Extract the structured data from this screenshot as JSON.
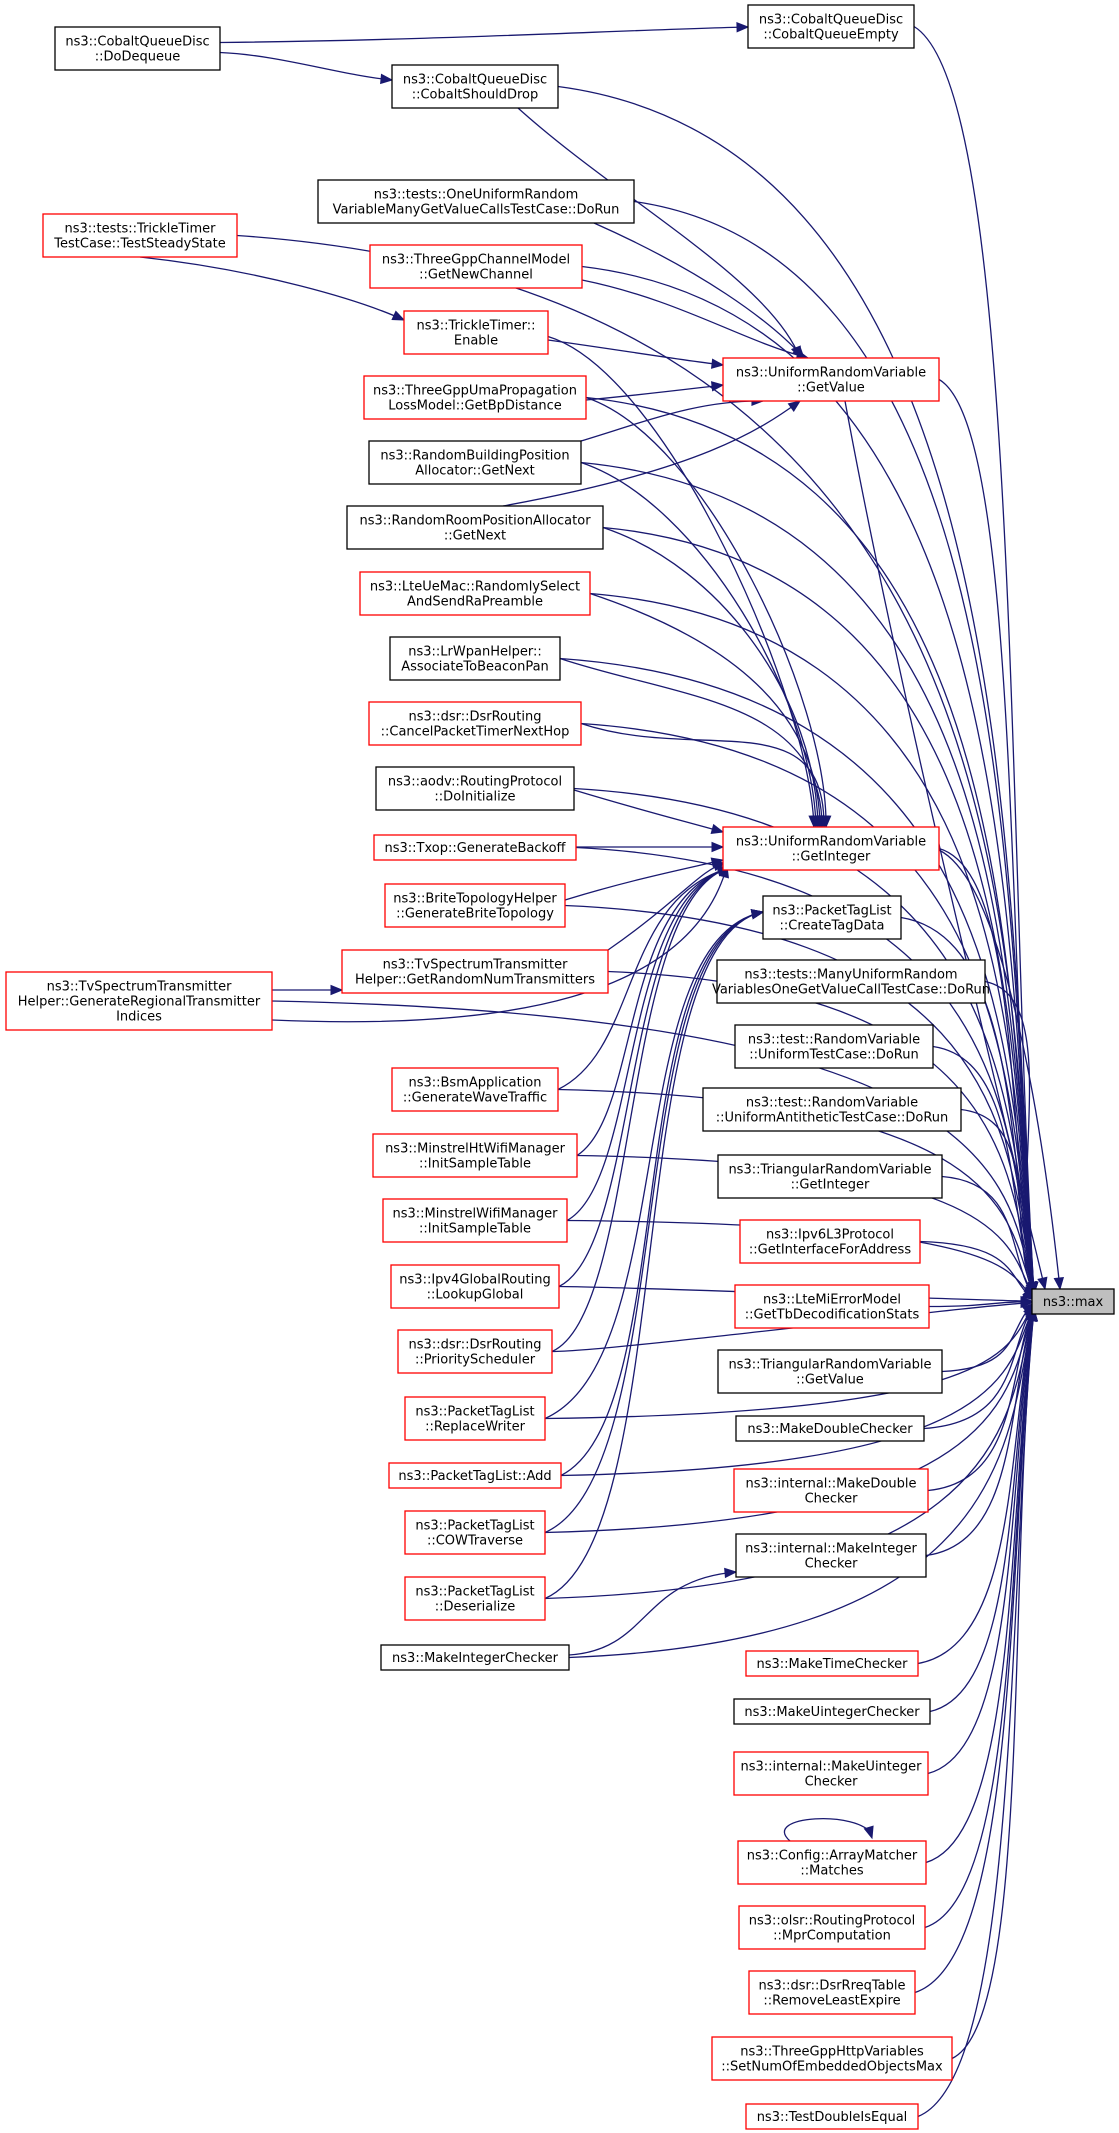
{
  "target": {
    "label": "ns3::max"
  },
  "colors": {
    "edge": "#191970",
    "documented_border": "#000000",
    "undocumented_border": "#ff0000",
    "focus_fill": "#bfbfbf"
  },
  "nodes": [
    {
      "id": "dodequeue",
      "lines": [
        "ns3::CobaltQueueDisc",
        "::DoDequeue"
      ],
      "border": "black"
    },
    {
      "id": "cobaltqueueempty",
      "lines": [
        "ns3::CobaltQueueDisc",
        "::CobaltQueueEmpty"
      ],
      "border": "black"
    },
    {
      "id": "cobaltshoulddrop",
      "lines": [
        "ns3::CobaltQueueDisc",
        "::CobaltShouldDrop"
      ],
      "border": "black"
    },
    {
      "id": "trickletest",
      "lines": [
        "ns3::tests::TrickleTimer",
        "TestCase::TestSteadyState"
      ],
      "border": "red"
    },
    {
      "id": "oneuniform",
      "lines": [
        "ns3::tests::OneUniformRandom",
        "VariableManyGetValueCallsTestCase::DoRun"
      ],
      "border": "black"
    },
    {
      "id": "getnewchannel",
      "lines": [
        "ns3::ThreeGppChannelModel",
        "::GetNewChannel"
      ],
      "border": "red"
    },
    {
      "id": "trickleenable",
      "lines": [
        "ns3::TrickleTimer::",
        "Enable"
      ],
      "border": "red"
    },
    {
      "id": "urv_getvalue",
      "lines": [
        "ns3::UniformRandomVariable",
        "::GetValue"
      ],
      "border": "red"
    },
    {
      "id": "getbpdistance",
      "lines": [
        "ns3::ThreeGppUmaPropagation",
        "LossModel::GetBpDistance"
      ],
      "border": "red"
    },
    {
      "id": "randombuilding",
      "lines": [
        "ns3::RandomBuildingPosition",
        "Allocator::GetNext"
      ],
      "border": "black"
    },
    {
      "id": "randomroom",
      "lines": [
        "ns3::RandomRoomPositionAllocator",
        "::GetNext"
      ],
      "border": "black"
    },
    {
      "id": "lteuemac",
      "lines": [
        "ns3::LteUeMac::RandomlySelect",
        "AndSendRaPreamble"
      ],
      "border": "red"
    },
    {
      "id": "lrwpan",
      "lines": [
        "ns3::LrWpanHelper::",
        "AssociateToBeaconPan"
      ],
      "border": "black"
    },
    {
      "id": "dsrcancel",
      "lines": [
        "ns3::dsr::DsrRouting",
        "::CancelPacketTimerNextHop"
      ],
      "border": "red"
    },
    {
      "id": "aodvinit",
      "lines": [
        "ns3::aodv::RoutingProtocol",
        "::DoInitialize"
      ],
      "border": "black"
    },
    {
      "id": "txopbackoff",
      "lines": [
        "ns3::Txop::GenerateBackoff"
      ],
      "border": "red"
    },
    {
      "id": "urv_getinteger",
      "lines": [
        "ns3::UniformRandomVariable",
        "::GetInteger"
      ],
      "border": "red"
    },
    {
      "id": "britetopo",
      "lines": [
        "ns3::BriteTopologyHelper",
        "::GenerateBriteTopology"
      ],
      "border": "red"
    },
    {
      "id": "createtagdata",
      "lines": [
        "ns3::PacketTagList",
        "::CreateTagData"
      ],
      "border": "black"
    },
    {
      "id": "tvgetrandom",
      "lines": [
        "ns3::TvSpectrumTransmitter",
        "Helper::GetRandomNumTransmitters"
      ],
      "border": "red"
    },
    {
      "id": "tvgenerate",
      "lines": [
        "ns3::TvSpectrumTransmitter",
        "Helper::GenerateRegionalTransmitter",
        "Indices"
      ],
      "border": "red"
    },
    {
      "id": "manyuniform",
      "lines": [
        "ns3::tests::ManyUniformRandom",
        "VariablesOneGetValueCallTestCase::DoRun"
      ],
      "border": "black"
    },
    {
      "id": "bsmapp",
      "lines": [
        "ns3::BsmApplication",
        "::GenerateWaveTraffic"
      ],
      "border": "red"
    },
    {
      "id": "uniformtestcase",
      "lines": [
        "ns3::test::RandomVariable",
        "::UniformTestCase::DoRun"
      ],
      "border": "black"
    },
    {
      "id": "minstrelht",
      "lines": [
        "ns3::MinstrelHtWifiManager",
        "::InitSampleTable"
      ],
      "border": "red"
    },
    {
      "id": "antithetic",
      "lines": [
        "ns3::test::RandomVariable",
        "::UniformAntitheticTestCase::DoRun"
      ],
      "border": "black"
    },
    {
      "id": "minstrel",
      "lines": [
        "ns3::MinstrelWifiManager",
        "::InitSampleTable"
      ],
      "border": "red"
    },
    {
      "id": "tri_getinteger",
      "lines": [
        "ns3::TriangularRandomVariable",
        "::GetInteger"
      ],
      "border": "black"
    },
    {
      "id": "ipv6l3",
      "lines": [
        "ns3::Ipv6L3Protocol",
        "::GetInterfaceForAddress"
      ],
      "border": "red"
    },
    {
      "id": "ipv4global",
      "lines": [
        "ns3::Ipv4GlobalRouting",
        "::LookupGlobal"
      ],
      "border": "red"
    },
    {
      "id": "ltemierror",
      "lines": [
        "ns3::LteMiErrorModel",
        "::GetTbDecodificationStats"
      ],
      "border": "red"
    },
    {
      "id": "dsrpriority",
      "lines": [
        "ns3::dsr::DsrRouting",
        "::PriorityScheduler"
      ],
      "border": "red"
    },
    {
      "id": "tri_getvalue",
      "lines": [
        "ns3::TriangularRandomVariable",
        "::GetValue"
      ],
      "border": "black"
    },
    {
      "id": "replacewriter",
      "lines": [
        "ns3::PacketTagList",
        "::ReplaceWriter"
      ],
      "border": "red"
    },
    {
      "id": "makedouble",
      "lines": [
        "ns3::MakeDoubleChecker"
      ],
      "border": "black"
    },
    {
      "id": "ptladd",
      "lines": [
        "ns3::PacketTagList::Add"
      ],
      "border": "red"
    },
    {
      "id": "intmakedouble",
      "lines": [
        "ns3::internal::MakeDouble",
        "Checker"
      ],
      "border": "red"
    },
    {
      "id": "cowtraverse",
      "lines": [
        "ns3::PacketTagList",
        "::COWTraverse"
      ],
      "border": "red"
    },
    {
      "id": "intmakeinteger",
      "lines": [
        "ns3::internal::MakeInteger",
        "Checker"
      ],
      "border": "black"
    },
    {
      "id": "deserialize",
      "lines": [
        "ns3::PacketTagList",
        "::Deserialize"
      ],
      "border": "red"
    },
    {
      "id": "makeinteger",
      "lines": [
        "ns3::MakeIntegerChecker"
      ],
      "border": "black"
    },
    {
      "id": "maketime",
      "lines": [
        "ns3::MakeTimeChecker"
      ],
      "border": "red"
    },
    {
      "id": "makeuinteger",
      "lines": [
        "ns3::MakeUintegerChecker"
      ],
      "border": "black"
    },
    {
      "id": "intmakeuinteger",
      "lines": [
        "ns3::internal::MakeUinteger",
        "Checker"
      ],
      "border": "red"
    },
    {
      "id": "arraymatcher",
      "lines": [
        "ns3::Config::ArrayMatcher",
        "::Matches"
      ],
      "border": "red"
    },
    {
      "id": "olsrmpr",
      "lines": [
        "ns3::olsr::RoutingProtocol",
        "::MprComputation"
      ],
      "border": "red"
    },
    {
      "id": "dsrrreq",
      "lines": [
        "ns3::dsr::DsrRreqTable",
        "::RemoveLeastExpire"
      ],
      "border": "red"
    },
    {
      "id": "threegpphttp",
      "lines": [
        "ns3::ThreeGppHttpVariables",
        "::SetNumOfEmbeddedObjectsMax"
      ],
      "border": "red"
    },
    {
      "id": "testdouble",
      "lines": [
        "ns3::TestDoubleIsEqual"
      ],
      "border": "red"
    }
  ]
}
